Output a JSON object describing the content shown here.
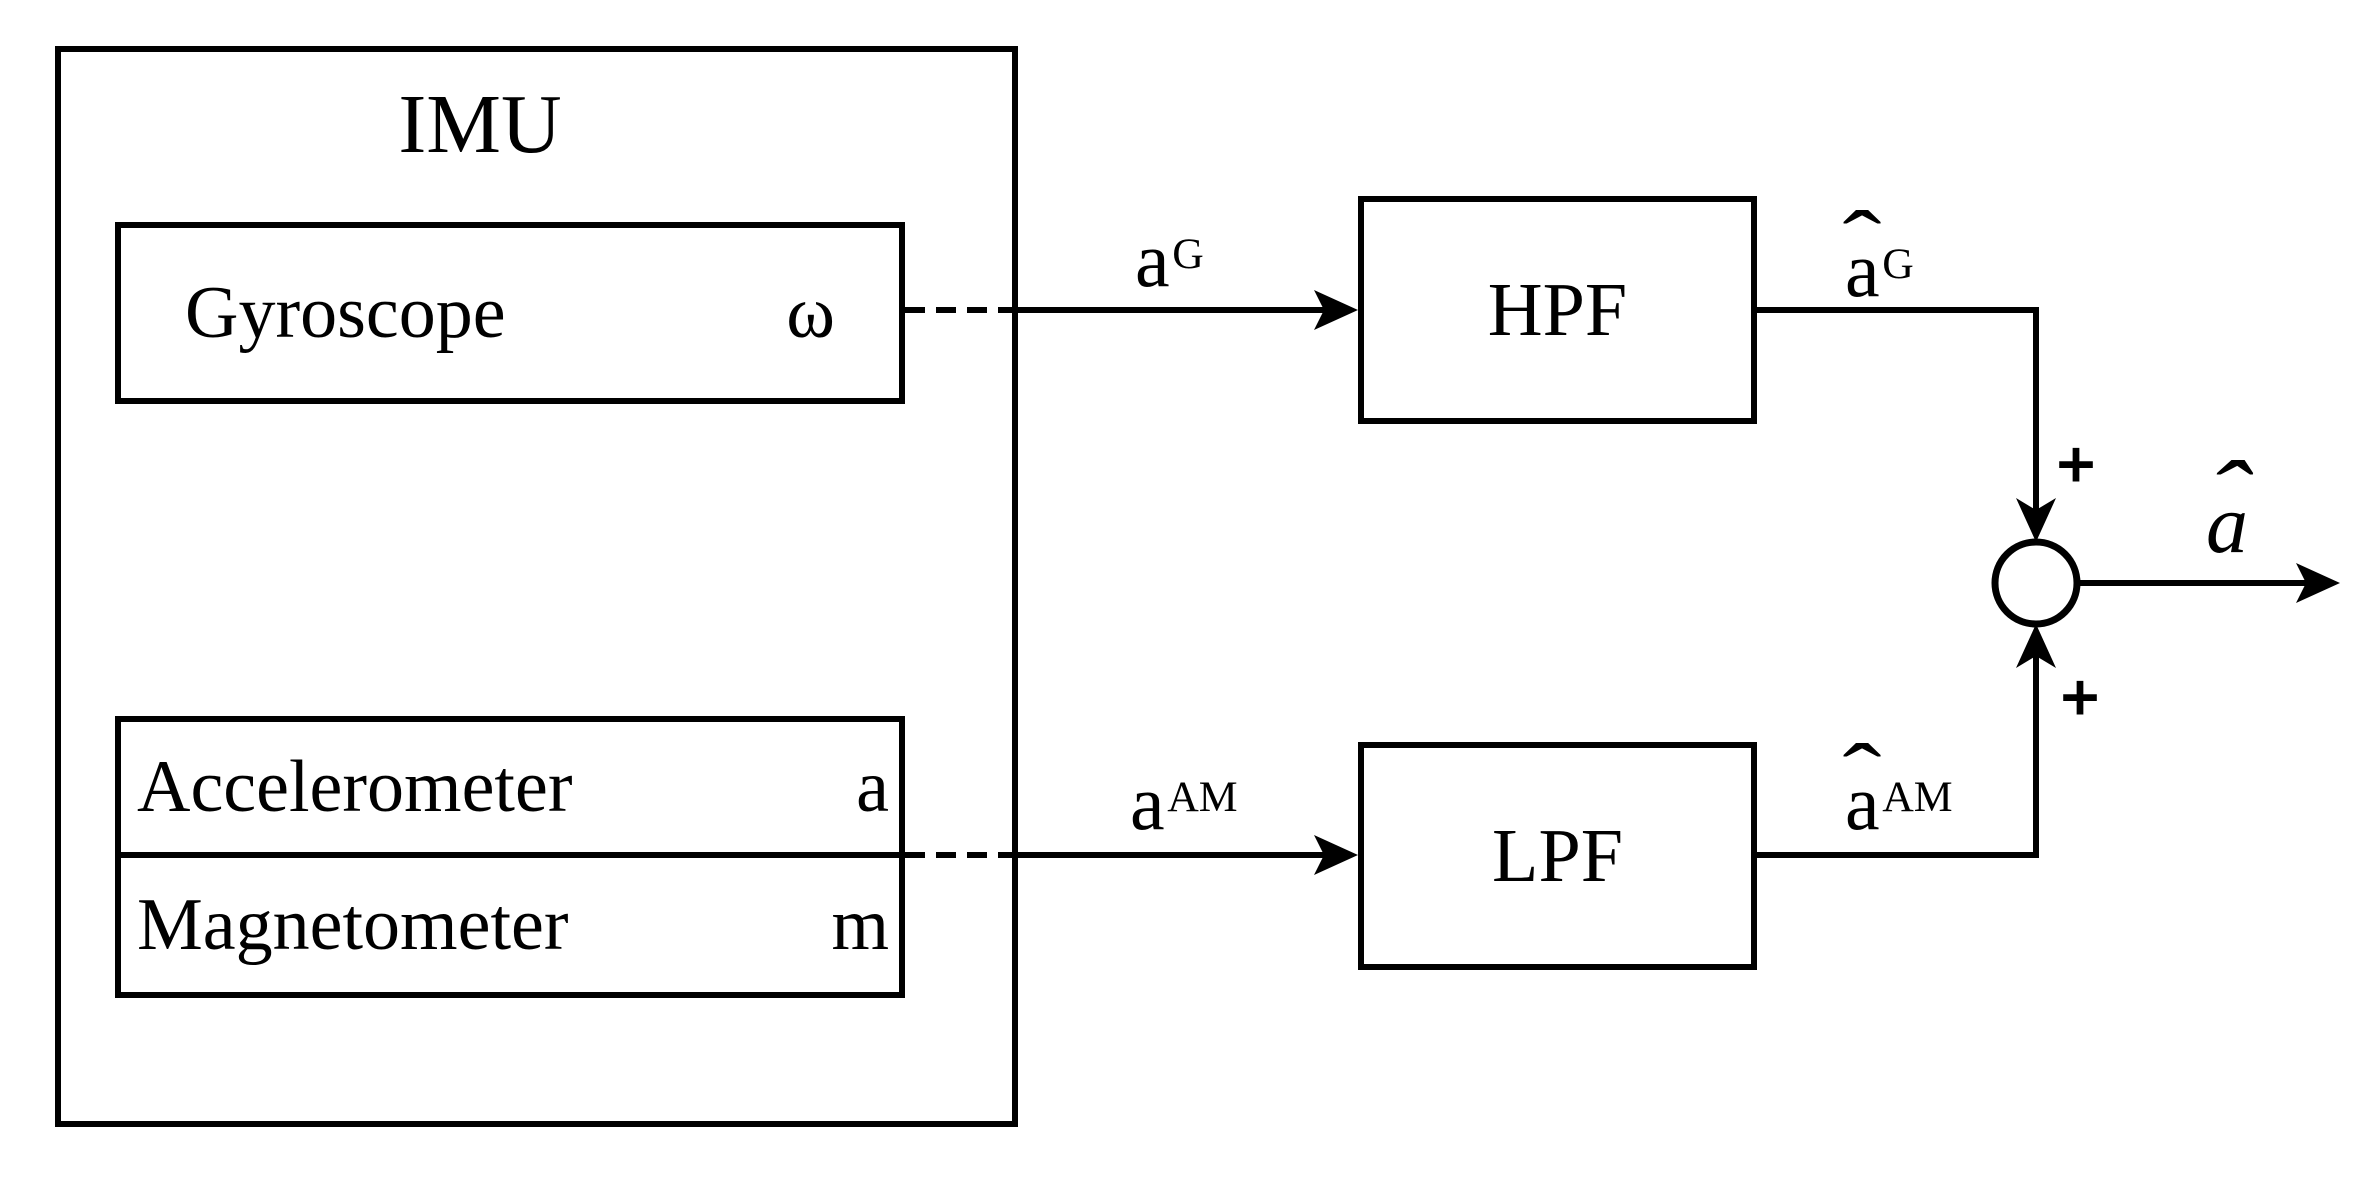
{
  "imu": {
    "title": "IMU"
  },
  "sensors": [
    {
      "name": "Gyroscope",
      "symbol": "ω"
    },
    {
      "name": "Accelerometer",
      "symbol": "a"
    },
    {
      "name": "Magnetometer",
      "symbol": "m"
    }
  ],
  "filters": {
    "hpf": "HPF",
    "lpf": "LPF"
  },
  "signals": {
    "gyro_in": {
      "hat": "",
      "base": "a",
      "sup": "G"
    },
    "gyro_out": {
      "hat": "ˆ",
      "base": "a",
      "sup": "G"
    },
    "am_in": {
      "hat": "",
      "base": "a",
      "sup": "AM"
    },
    "am_out": {
      "hat": "ˆ",
      "base": "a",
      "sup": "AM"
    },
    "output": {
      "hat": "ˆ",
      "base": "a",
      "sup": ""
    }
  },
  "summing": {
    "plus_top": "+",
    "plus_bottom": "+"
  },
  "colors": {
    "ink": "#000000",
    "background": "#ffffff"
  }
}
